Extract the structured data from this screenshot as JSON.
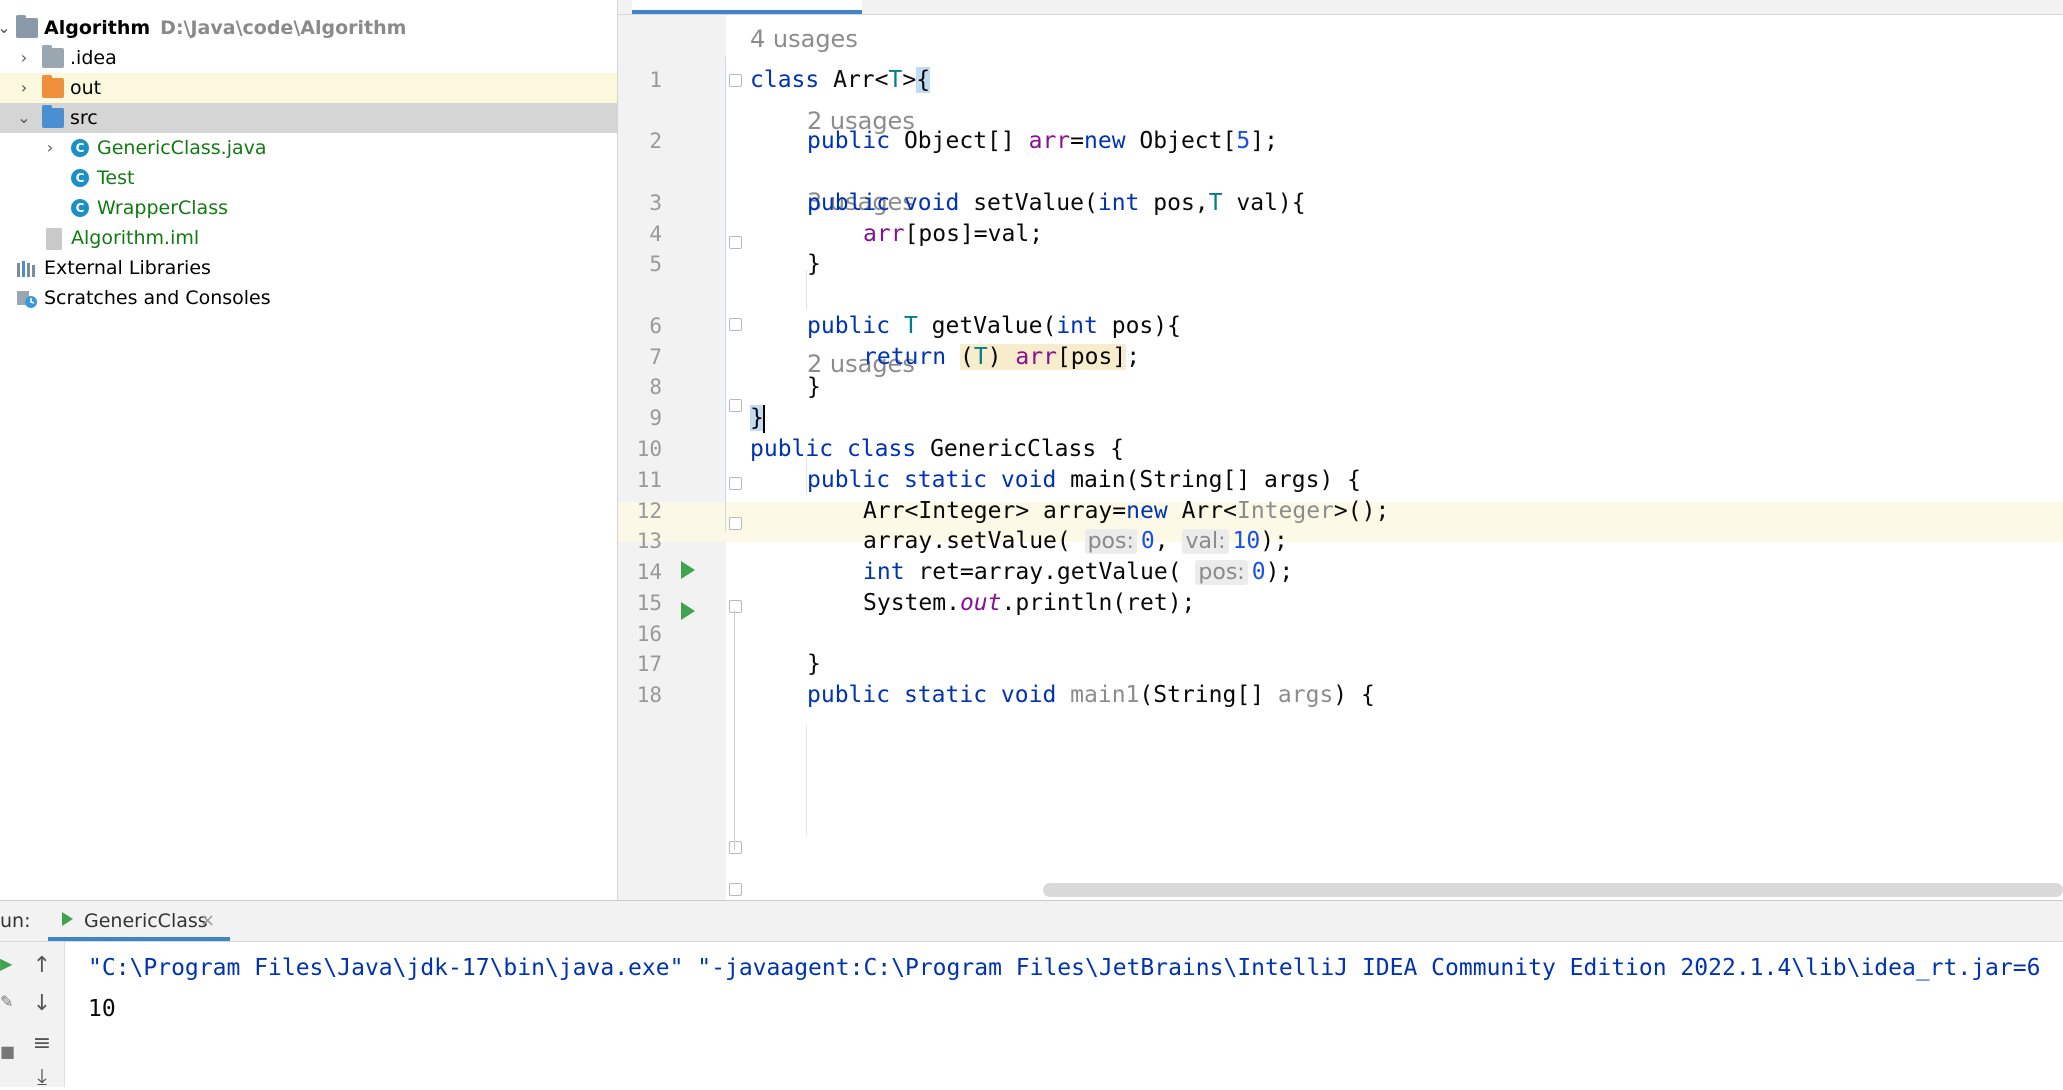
{
  "project": {
    "root_name": "Algorithm",
    "root_path": "D:\\Java\\code\\Algorithm",
    "items": [
      {
        "label": ".idea"
      },
      {
        "label": "out"
      },
      {
        "label": "src"
      },
      {
        "label": "GenericClass.java"
      },
      {
        "label": "Test"
      },
      {
        "label": "WrapperClass"
      },
      {
        "label": "Algorithm.iml"
      },
      {
        "label": "External Libraries"
      },
      {
        "label": "Scratches and Consoles"
      }
    ]
  },
  "editor": {
    "line_numbers": [
      "1",
      "2",
      "3",
      "4",
      "5",
      "6",
      "7",
      "8",
      "9",
      "10",
      "11",
      "12",
      "13",
      "14",
      "15",
      "16",
      "17",
      "18"
    ],
    "usages": [
      "4 usages",
      "2 usages",
      "3 usages",
      "2 usages"
    ],
    "tokens": {
      "class": "class",
      "public": "public",
      "void": "void",
      "int": "int",
      "new": "new",
      "return": "return",
      "static": "static",
      "Arr": "Arr",
      "T": "T",
      "Object": "Object",
      "arr": "arr",
      "five": "5",
      "setValue": "setValue",
      "pos": "pos",
      "val": "val",
      "getValue": "getValue",
      "GenericClass": "GenericClass",
      "main": "main",
      "main1": "main1",
      "String": "String",
      "args": "args",
      "Integer": "Integer",
      "array": "array",
      "ret": "ret",
      "System": "System",
      "out": "out",
      "println": "println",
      "zero": "0",
      "ten": "10"
    },
    "hints": {
      "pos": "pos:",
      "val": "val:"
    }
  },
  "run": {
    "label": "un:",
    "tab_name": "GenericClass",
    "tab_close": "×",
    "console": [
      "\"C:\\Program Files\\Java\\jdk-17\\bin\\java.exe\" \"-javaagent:C:\\Program Files\\JetBrains\\IntelliJ IDEA Community Edition 2022.1.4\\lib\\idea_rt.jar=6",
      "10"
    ]
  },
  "icons": {
    "folder": "folder-icon",
    "class": "java-class-icon",
    "run": "run-icon"
  },
  "colors": {
    "keyword": "#0033b3",
    "field": "#871094",
    "number": "#1750eb",
    "type_param": "#007e8a",
    "run_green": "#3fa34d",
    "tab_underline": "#4083c9",
    "project_green": "#127a12"
  }
}
